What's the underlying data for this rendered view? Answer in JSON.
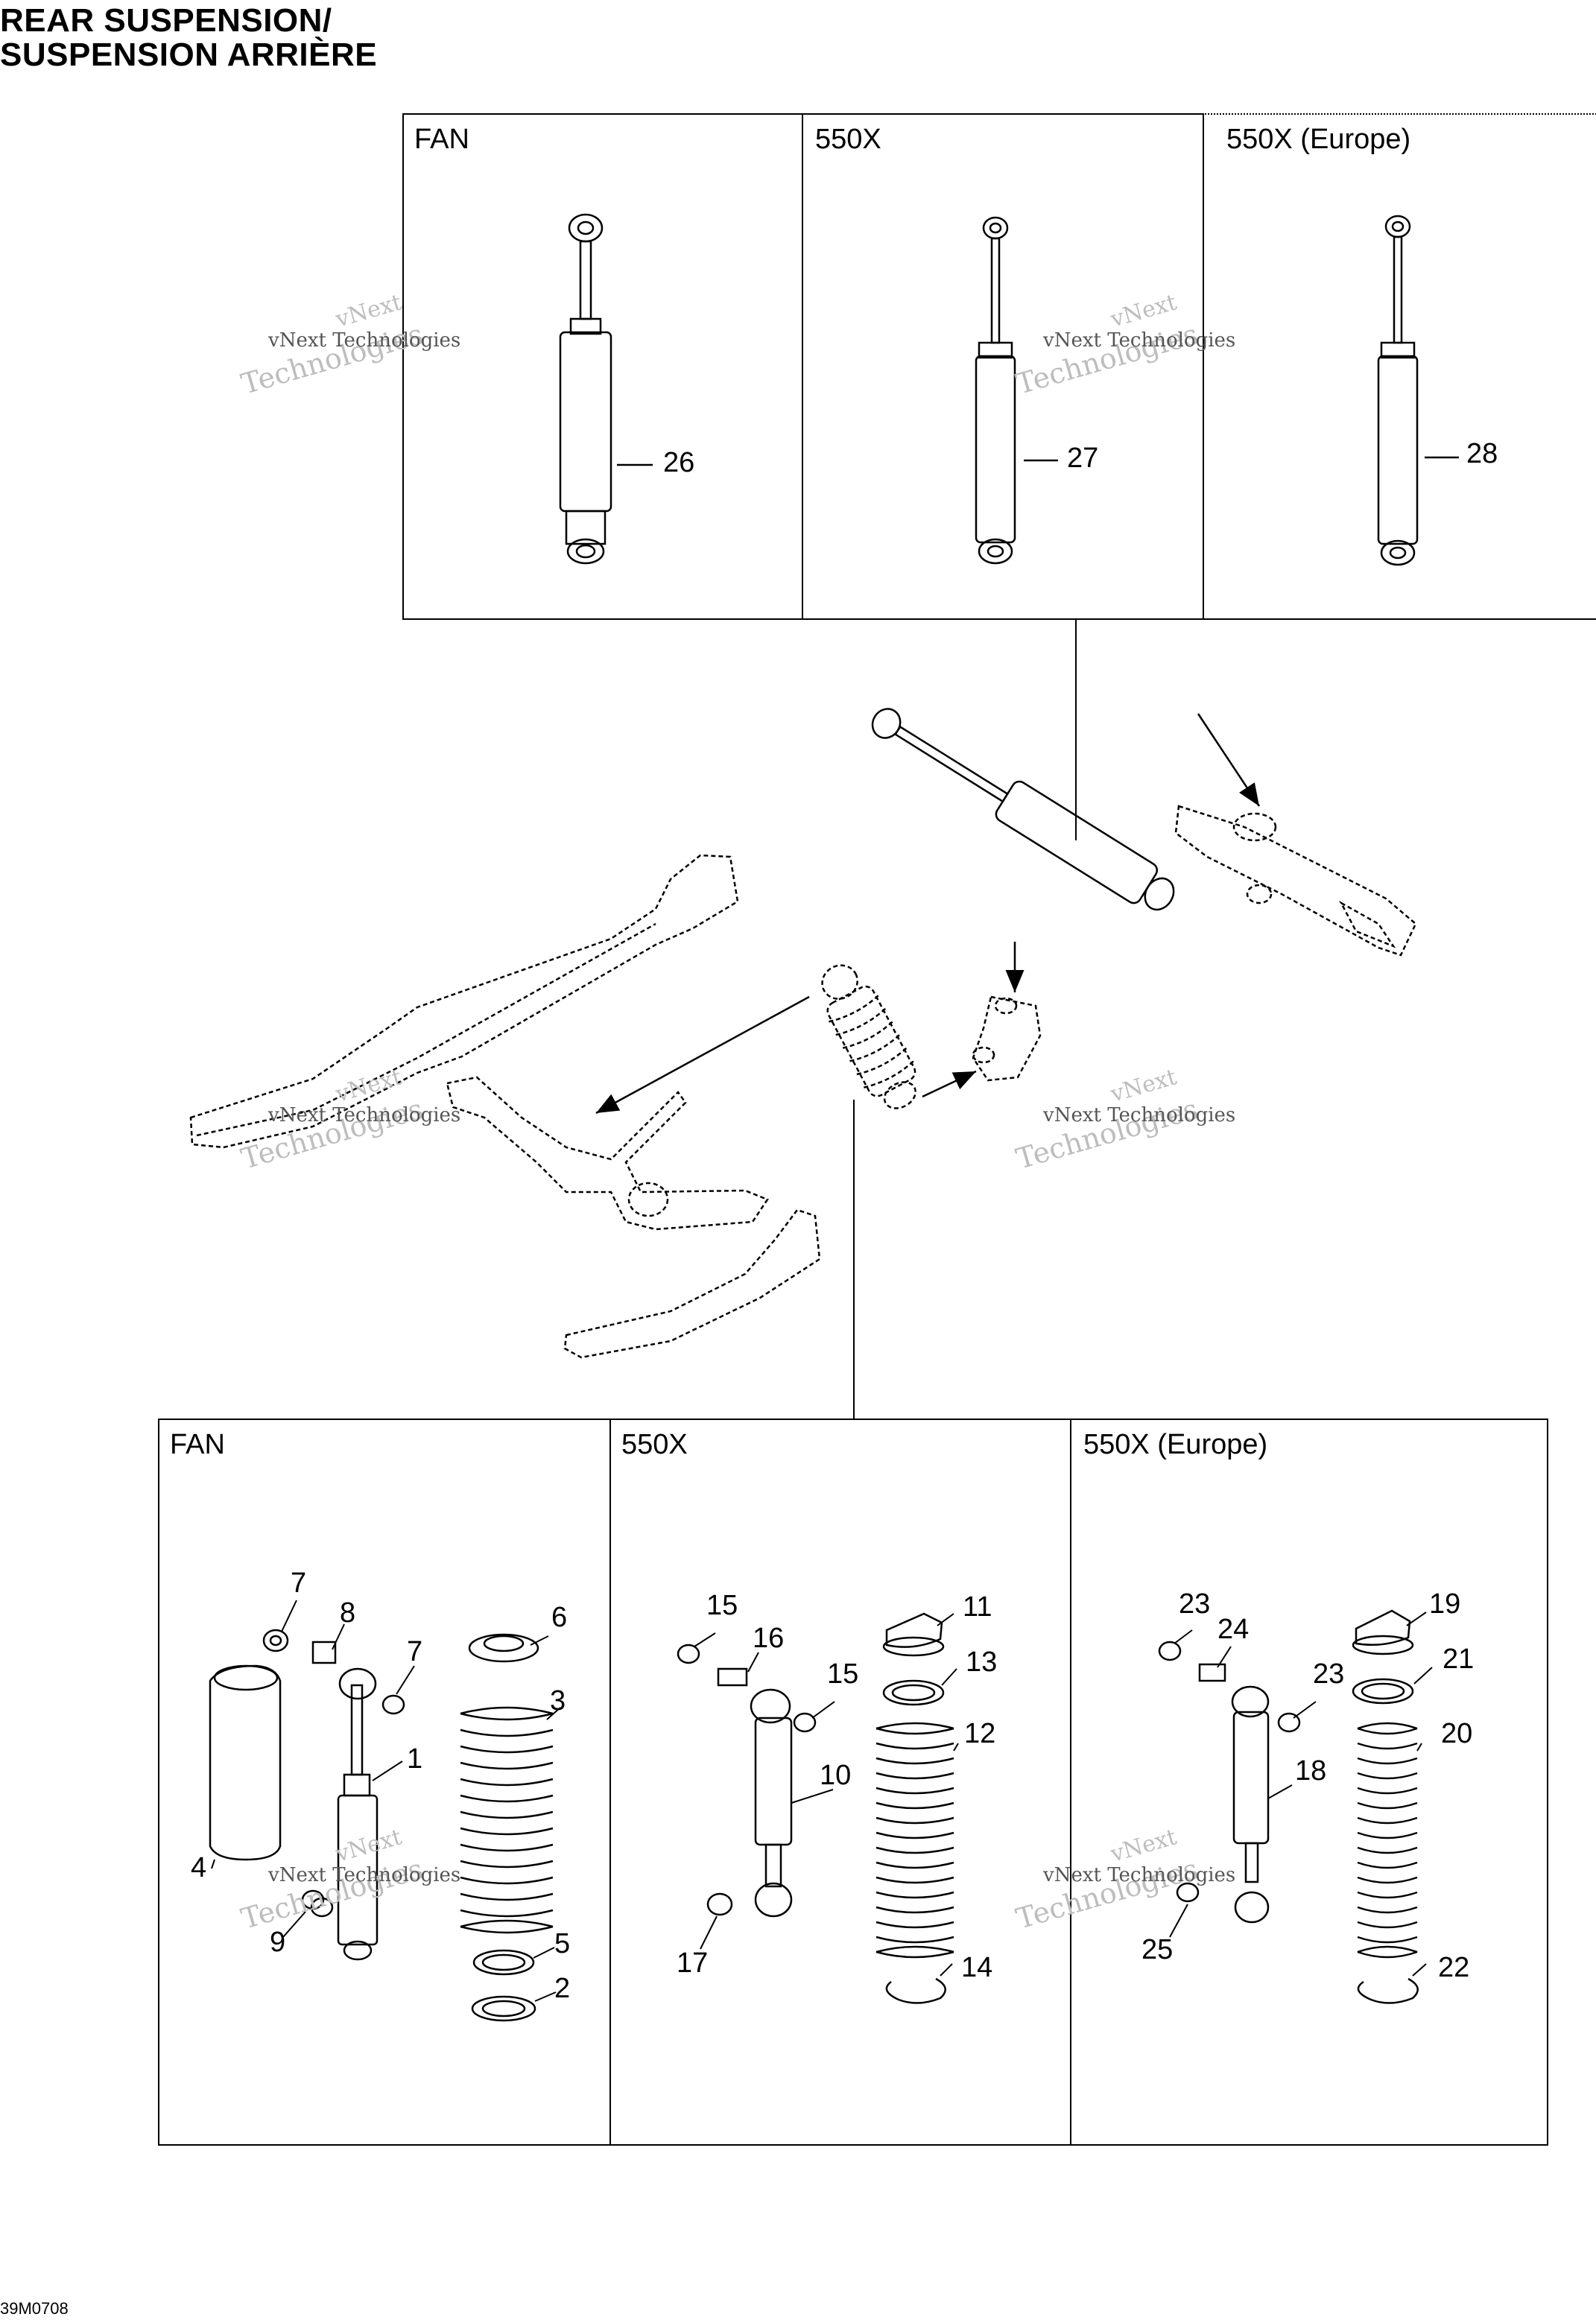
{
  "title": {
    "line1": "REAR SUSPENSION/",
    "line2": "SUSPENSION ARRIÈRE"
  },
  "top_panels": [
    {
      "label": "FAN",
      "part": "26"
    },
    {
      "label": "550X",
      "part": "27"
    },
    {
      "label": "550X (Europe)",
      "part": "28"
    }
  ],
  "bottom_panels": [
    {
      "label": "FAN"
    },
    {
      "label": "550X"
    },
    {
      "label": "550X (Europe)"
    }
  ],
  "callouts": {
    "c1": "1",
    "c2": "2",
    "c3": "3",
    "c4": "4",
    "c5": "5",
    "c6": "6",
    "c7a": "7",
    "c7b": "7",
    "c8": "8",
    "c9": "9",
    "c10": "10",
    "c11": "11",
    "c12": "12",
    "c13": "13",
    "c14": "14",
    "c15a": "15",
    "c15b": "15",
    "c16": "16",
    "c17": "17",
    "c18": "18",
    "c19": "19",
    "c20": "20",
    "c21": "21",
    "c22": "22",
    "c23a": "23",
    "c23b": "23",
    "c24": "24",
    "c25": "25"
  },
  "watermark": {
    "small": "vNext Technologies",
    "big1": "vNext",
    "big2": "Technologies"
  },
  "figure_code": "39M0708"
}
